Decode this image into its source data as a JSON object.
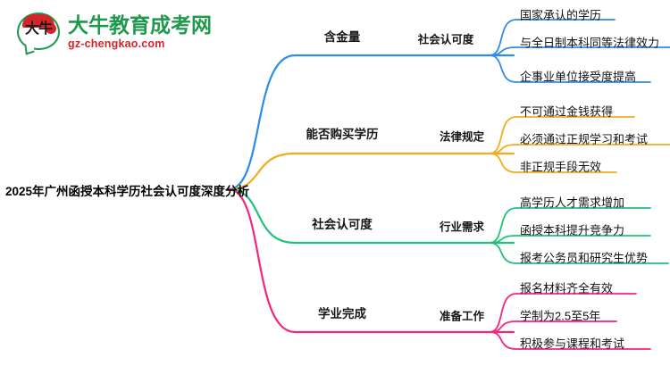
{
  "logo": {
    "mark_text": "大牛",
    "title_cn": "大牛教育成考网",
    "title_en": "gz-chengkao.com",
    "brand_green": "#1f9a4d",
    "brand_red": "#d4262a"
  },
  "mindmap": {
    "type": "mindmap",
    "root": "2025年广州函授本科学历社会认可度深度分析",
    "branches": [
      {
        "color": "#2E8BE8",
        "level1": "含金量",
        "level2": "社会认可度",
        "leaves": [
          "国家承认的学历",
          "与全日制本科同等法律效力",
          "企事业单位接受度提高"
        ]
      },
      {
        "color": "#F0AC1E",
        "level1": "能否购买学历",
        "level2": "法律规定",
        "leaves": [
          "不可通过金钱获得",
          "必须通过正规学习和考试",
          "非正规手段无效"
        ]
      },
      {
        "color": "#22C17B",
        "level1": "社会认可度",
        "level2": "行业需求",
        "leaves": [
          "高学历人才需求增加",
          "函授本科提升竞争力",
          "报考公务员和研究生优势"
        ]
      },
      {
        "color": "#F5257F",
        "level1": "学业完成",
        "level2": "准备工作",
        "leaves": [
          "报名材料齐全有效",
          "学制为2.5至5年",
          "积极参与课程和考试"
        ]
      }
    ]
  }
}
